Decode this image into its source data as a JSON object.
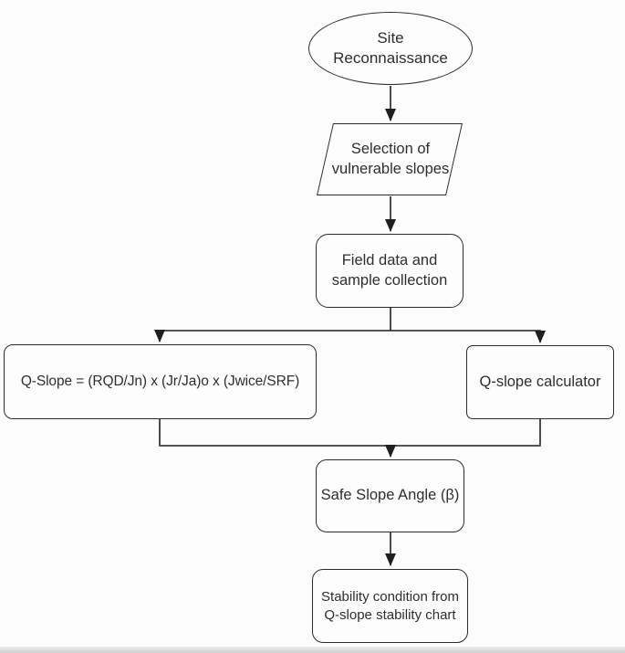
{
  "page": {
    "background": "#fcfcfc",
    "line_color": "#1f1f1f",
    "text_color": "#2e2e2e",
    "edge_artifact_color": "#d5d5d5"
  },
  "diagram": {
    "type": "flowchart",
    "nodes": {
      "start": {
        "shape": "ellipse",
        "label": "Site Reconnaissance"
      },
      "selection": {
        "shape": "parallelogram",
        "label": "Selection of vulnerable slopes"
      },
      "field_data": {
        "shape": "rounded-rect",
        "label": "Field data and sample collection"
      },
      "formula": {
        "shape": "rounded-rect",
        "label": "Q-Slope = (RQD/Jn) x (Jr/Ja)o x (Jwice/SRF)"
      },
      "calculator": {
        "shape": "rounded-rect",
        "label": "Q-slope calculator"
      },
      "safe_angle": {
        "shape": "rounded-rect",
        "label": "Safe Slope Angle (β)"
      },
      "stability": {
        "shape": "rounded-rect",
        "label": "Stability condition from Q-slope stability chart"
      }
    },
    "edges": [
      {
        "from": "start",
        "to": "selection"
      },
      {
        "from": "selection",
        "to": "field_data"
      },
      {
        "from": "field_data",
        "to": "formula"
      },
      {
        "from": "field_data",
        "to": "calculator"
      },
      {
        "from": "formula",
        "to": "safe_angle"
      },
      {
        "from": "calculator",
        "to": "safe_angle"
      },
      {
        "from": "safe_angle",
        "to": "stability"
      }
    ]
  }
}
